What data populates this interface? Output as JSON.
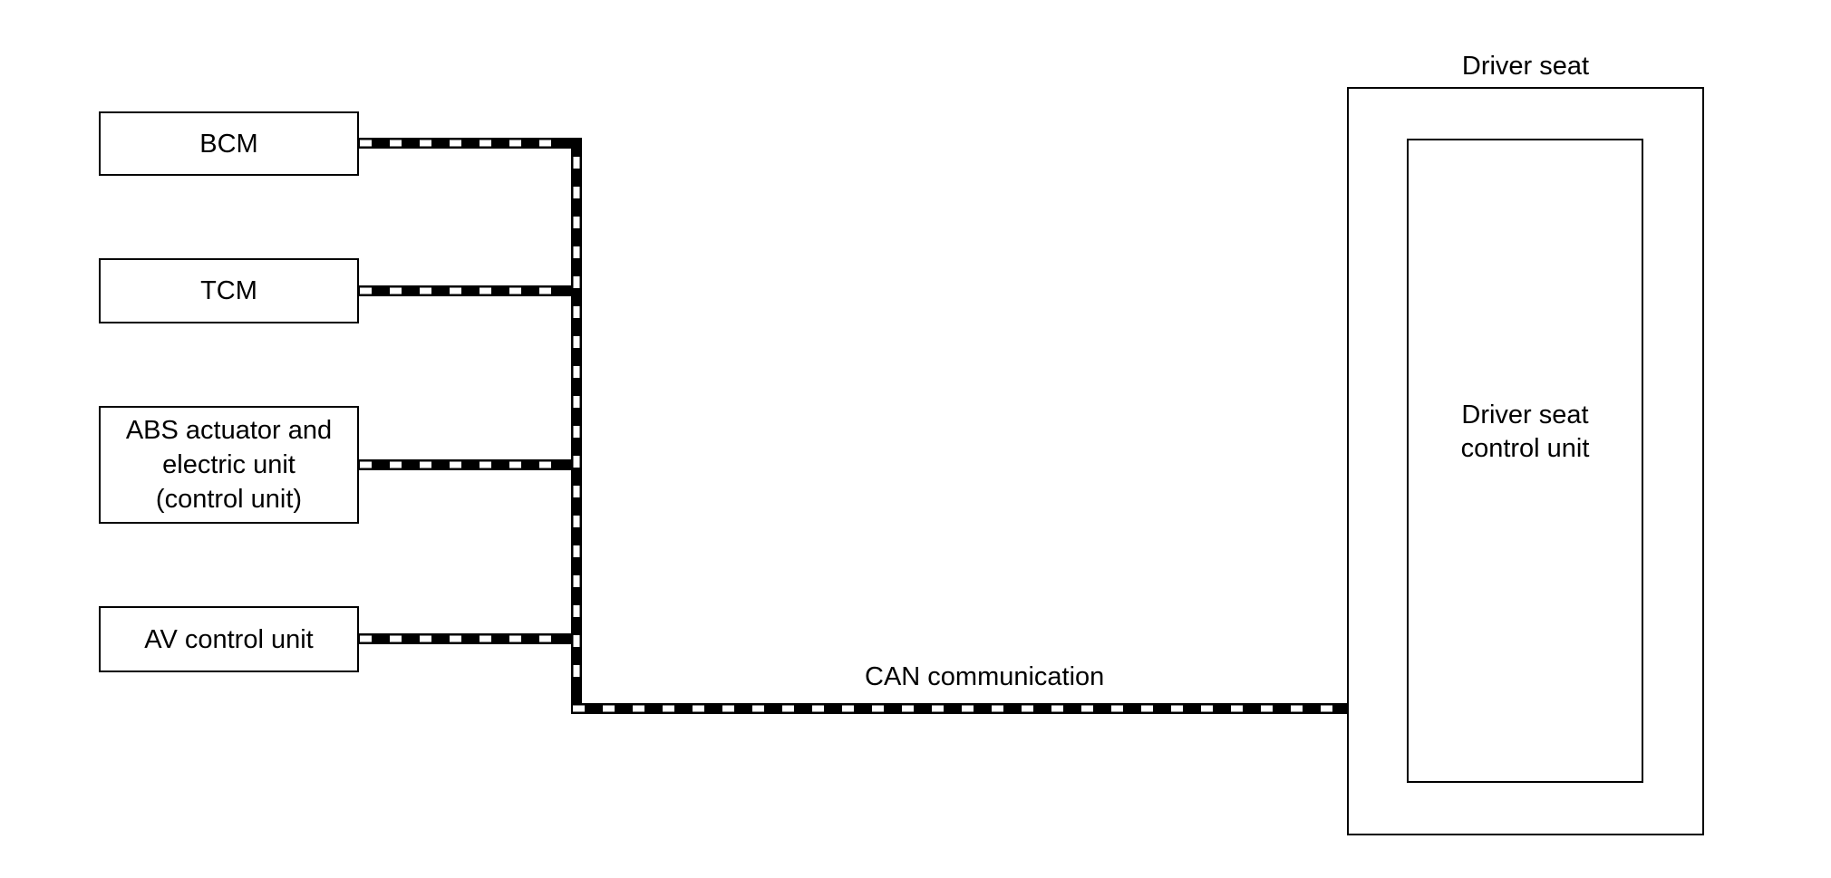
{
  "diagram": {
    "title": "CAN communication system diagram - Driver seat control unit",
    "bus_label": "CAN communication",
    "bus_style": {
      "line_color": "#000000",
      "dash_color": "#ffffff"
    },
    "units": [
      {
        "id": "bcm",
        "label": "BCM"
      },
      {
        "id": "tcm",
        "label": "TCM"
      },
      {
        "id": "abs",
        "label": "ABS actuator and\nelectric unit\n(control unit)"
      },
      {
        "id": "av",
        "label": "AV control unit"
      }
    ],
    "enclosure": {
      "label": "Driver seat",
      "unit": {
        "id": "driver-seat-cu",
        "label": "Driver seat\ncontrol unit"
      }
    },
    "connections": [
      {
        "from": "bcm",
        "to": "can-bus"
      },
      {
        "from": "tcm",
        "to": "can-bus"
      },
      {
        "from": "abs",
        "to": "can-bus"
      },
      {
        "from": "av",
        "to": "can-bus"
      },
      {
        "from": "can-bus",
        "to": "driver-seat-cu"
      }
    ]
  }
}
